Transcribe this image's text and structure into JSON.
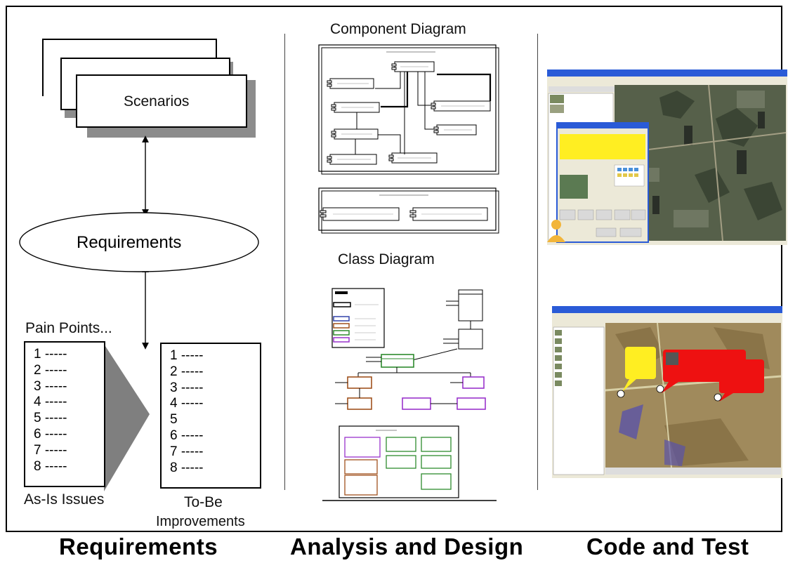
{
  "requirements": {
    "scenarios_label": "Scenarios",
    "requirements_label": "Requirements",
    "pain_points_label": "Pain Points...",
    "as_is_items": [
      "1 -----",
      "2 -----",
      "3 -----",
      "4 -----",
      "5 -----",
      "6 -----",
      "7 -----",
      "8 -----"
    ],
    "as_is_label": "As-Is Issues",
    "to_be_items": [
      "1 -----",
      "2 -----",
      "3 -----",
      "4 -----",
      "5",
      "6 -----",
      "7 -----",
      "8 -----"
    ],
    "to_be_label_line1": "To-Be",
    "to_be_label_line2": "Improvements"
  },
  "design": {
    "component_title": "Component Diagram",
    "class_title": "Class Diagram"
  },
  "footer": {
    "col1": "Requirements",
    "col2": "Analysis and Design",
    "col3": "Code and Test"
  },
  "colors": {
    "arrow_fill": "#7f7f7f",
    "class_orange": "#a0521e",
    "class_green": "#2e8b2e",
    "class_purple": "#9933cc",
    "class_blue": "#3344aa",
    "bubble_yellow": "#ffee22",
    "bubble_red": "#ee1111",
    "window_blue": "#2a5bd7"
  }
}
